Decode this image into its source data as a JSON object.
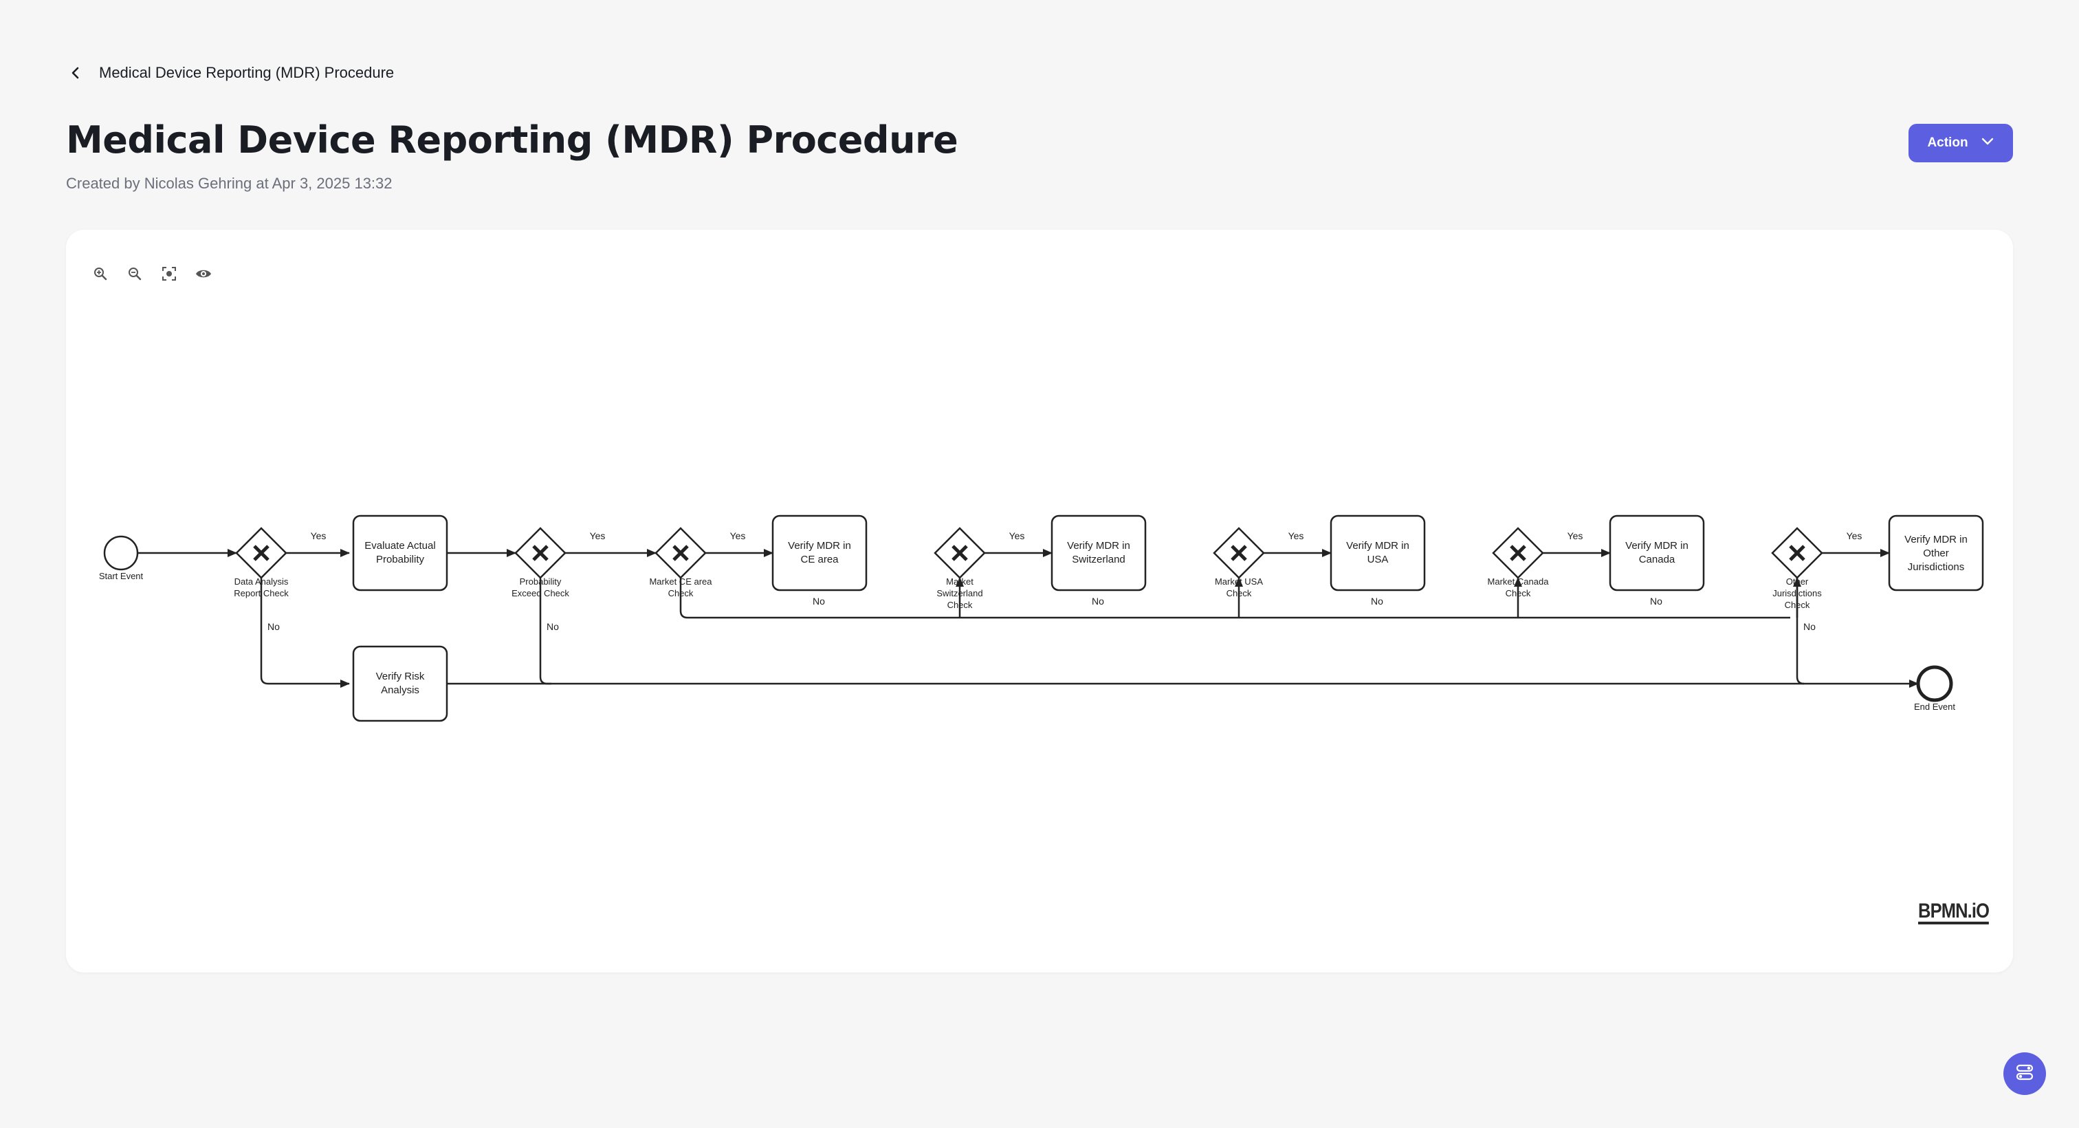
{
  "header": {
    "back_label": "Medical Device Reporting (MDR) Procedure",
    "title": "Medical Device Reporting (MDR) Procedure",
    "subtitle": "Created by Nicolas Gehring at Apr 3, 2025 13:32",
    "action_label": "Action"
  },
  "toolbar": {
    "icons": [
      "zoom-in-icon",
      "zoom-out-icon",
      "fit-screen-icon",
      "eye-icon"
    ]
  },
  "diagram": {
    "start": "Start Event",
    "end": "End Event",
    "gw1": [
      "Data Analysis",
      "Report Check"
    ],
    "gw2": [
      "Probability",
      "Exceed Check"
    ],
    "gw3": [
      "Market CE area",
      "Check"
    ],
    "gw4": [
      "Market",
      "Switzerland",
      "Check"
    ],
    "gw5": [
      "Market USA",
      "Check"
    ],
    "gw6": [
      "Market Canada",
      "Check"
    ],
    "gw7": [
      "Other",
      "Jurisdictions",
      "Check"
    ],
    "t_eval": [
      "Evaluate Actual",
      "Probability"
    ],
    "t_risk": [
      "Verify Risk",
      "Analysis"
    ],
    "t_ce": [
      "Verify MDR in",
      "CE area"
    ],
    "t_ch": [
      "Verify MDR in",
      "Switzerland"
    ],
    "t_us": [
      "Verify MDR in",
      "USA"
    ],
    "t_ca": [
      "Verify MDR in",
      "Canada"
    ],
    "t_other": [
      "Verify MDR in",
      "Other",
      "Jurisdictions"
    ],
    "yes": "Yes",
    "no": "No"
  },
  "watermark": "BPMN.iO",
  "colors": {
    "accent": "#5b5fe0",
    "stroke": "#222222"
  }
}
